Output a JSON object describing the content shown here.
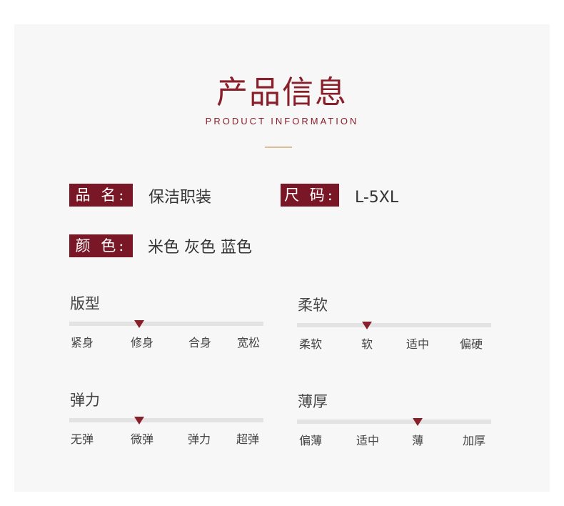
{
  "title": {
    "cn": "产品信息",
    "en": "PRODUCT INFORMATION"
  },
  "specs": [
    {
      "label": "品 名:",
      "value": "保洁职装"
    },
    {
      "label": "尺 码:",
      "value": "L-5XL"
    },
    {
      "label": "颜 色:",
      "value": "米色 灰色 蓝色"
    }
  ],
  "attributes": [
    {
      "name": "版型",
      "options": [
        "紧身",
        "修身",
        "合身",
        "宽松"
      ],
      "level": 0.36
    },
    {
      "name": "柔软",
      "options": [
        "柔软",
        "软",
        "适中",
        "偏硬"
      ],
      "level": 0.36
    },
    {
      "name": "弹力",
      "options": [
        "无弹",
        "微弹",
        "弹力",
        "超弹"
      ],
      "level": 0.36
    },
    {
      "name": "薄厚",
      "options": [
        "偏薄",
        "适中",
        "薄",
        "加厚"
      ],
      "level": 0.62
    }
  ],
  "colors": {
    "accent": "#8a1f2c",
    "tag_bg": "#7a1726",
    "panel_bg": "#f7f7f7",
    "divider": "#d8bf98"
  }
}
